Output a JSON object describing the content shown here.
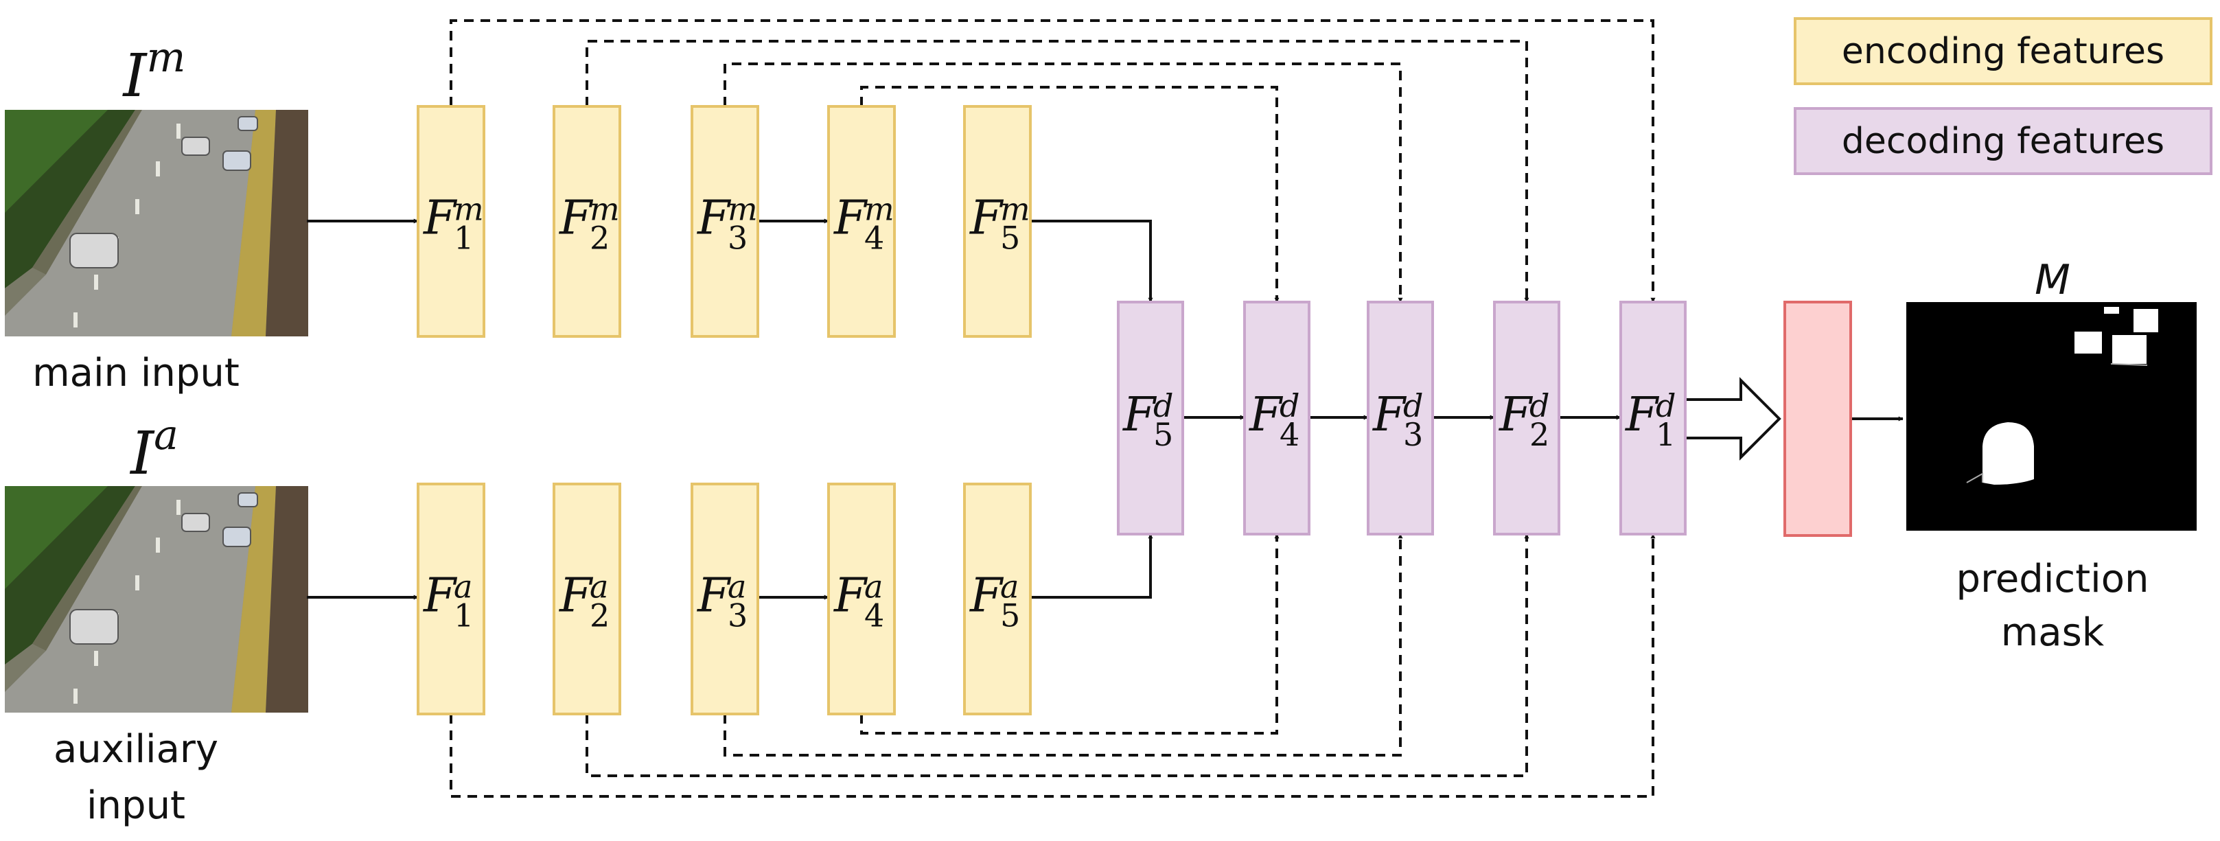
{
  "legend": {
    "encoding_label": "encoding features",
    "decoding_label": "decoding features"
  },
  "inputs": {
    "main": {
      "symbol": "I",
      "sup": "m",
      "caption_line1": "main input",
      "caption_line2": ""
    },
    "auxiliary": {
      "symbol": "I",
      "sup": "a",
      "caption_line1": "auxiliary",
      "caption_line2": "input"
    }
  },
  "encoder_main": [
    {
      "base": "F",
      "sup": "m",
      "sub": "1"
    },
    {
      "base": "F",
      "sup": "m",
      "sub": "2"
    },
    {
      "base": "F",
      "sup": "m",
      "sub": "3"
    },
    {
      "base": "F",
      "sup": "m",
      "sub": "4"
    },
    {
      "base": "F",
      "sup": "m",
      "sub": "5"
    }
  ],
  "encoder_aux": [
    {
      "base": "F",
      "sup": "a",
      "sub": "1"
    },
    {
      "base": "F",
      "sup": "a",
      "sub": "2"
    },
    {
      "base": "F",
      "sup": "a",
      "sub": "3"
    },
    {
      "base": "F",
      "sup": "a",
      "sub": "4"
    },
    {
      "base": "F",
      "sup": "a",
      "sub": "5"
    }
  ],
  "decoder": [
    {
      "base": "F",
      "sup": "d",
      "sub": "5"
    },
    {
      "base": "F",
      "sup": "d",
      "sub": "4"
    },
    {
      "base": "F",
      "sup": "d",
      "sub": "3"
    },
    {
      "base": "F",
      "sup": "d",
      "sub": "2"
    },
    {
      "base": "F",
      "sup": "d",
      "sub": "1"
    }
  ],
  "output": {
    "symbol": "M",
    "caption_line1": "prediction",
    "caption_line2": "mask"
  },
  "colors": {
    "encoding_fill": "#fdf0c4",
    "encoding_stroke": "#e6c46a",
    "decoding_fill": "#e8d8ea",
    "decoding_stroke": "#c9a6cc",
    "head_fill": "#fdd0d0",
    "head_stroke": "#e06a6a",
    "line": "#111111"
  }
}
